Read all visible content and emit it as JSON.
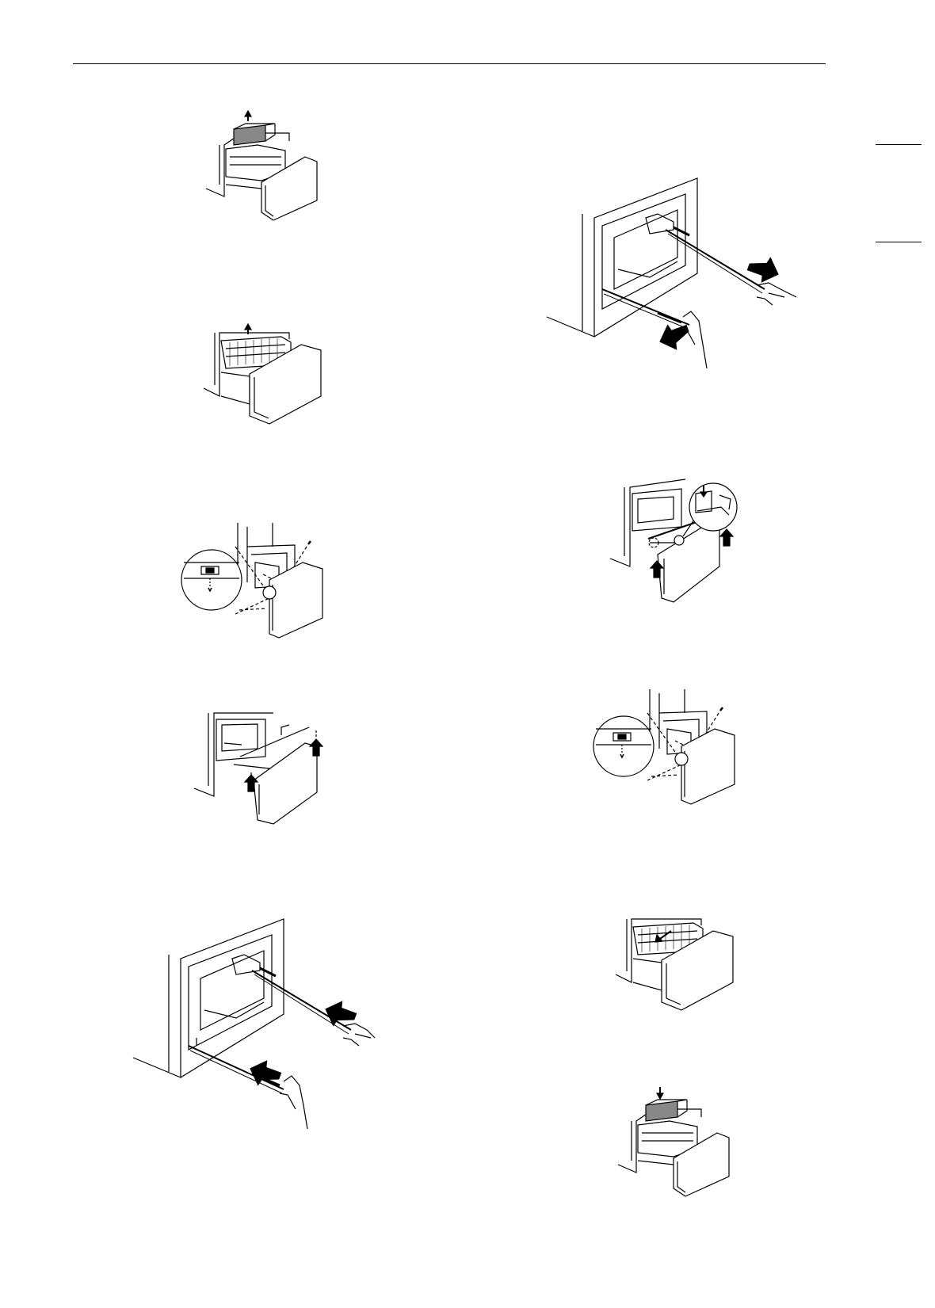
{
  "page": {
    "header_rule": true,
    "side_tab_markers": 2
  },
  "figures": [
    {
      "id": "fig-left-1",
      "subject": "removing-ice-bin-from-freezer-drawer",
      "arrow": "up"
    },
    {
      "id": "fig-left-2",
      "subject": "removing-lower-basket",
      "arrow": "up"
    },
    {
      "id": "fig-left-3",
      "subject": "removing-drawer-rail-screws",
      "arrow": "down"
    },
    {
      "id": "fig-left-4",
      "subject": "lifting-drawer-off-rails",
      "arrow": "up"
    },
    {
      "id": "fig-left-5",
      "subject": "pushing-rails-back-in",
      "arrow": "in"
    },
    {
      "id": "fig-right-1",
      "subject": "pulling-rails-out",
      "arrow": "out"
    },
    {
      "id": "fig-right-2",
      "subject": "hooking-drawer-onto-rails",
      "arrow": "down"
    },
    {
      "id": "fig-right-3",
      "subject": "reinstalling-drawer-rail-screws",
      "arrow": "down"
    },
    {
      "id": "fig-right-4",
      "subject": "reinserting-lower-basket",
      "arrow": "back"
    },
    {
      "id": "fig-right-5",
      "subject": "reinserting-ice-bin",
      "arrow": "down"
    }
  ]
}
